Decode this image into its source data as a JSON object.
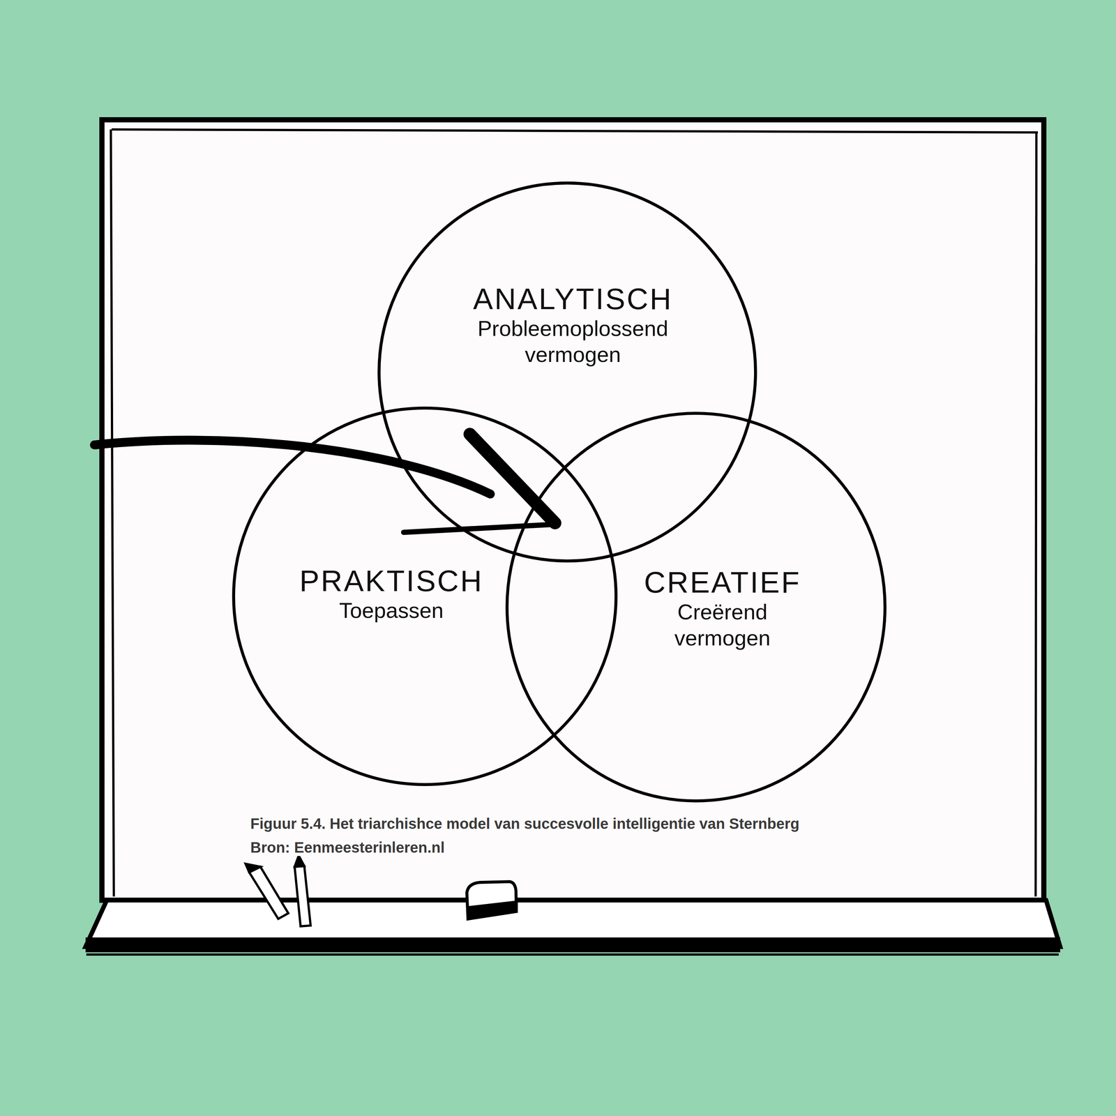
{
  "diagram": {
    "caption": "Figuur 5.4. Het triarchishce model van succesvolle intelligentie van Sternberg",
    "nodes": [
      {
        "text": [
          "ANALYTISCH",
          "Probleemoplossend vermogen"
        ]
      },
      {
        "text": [
          "PRAKTISCH",
          "Toepassen"
        ]
      },
      {
        "text": [
          "CREATIEF",
          "Creërend vermogen"
        ]
      }
    ],
    "labels": [
      "Bron: Eenmeesterinleren.nl"
    ]
  }
}
